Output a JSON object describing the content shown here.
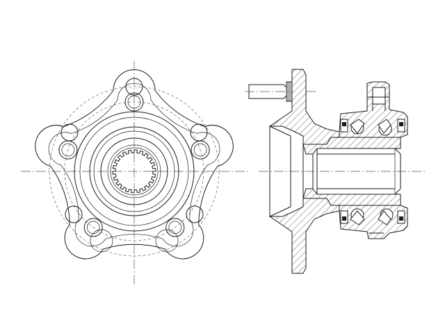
{
  "drawing": {
    "subject": "wheel-hub-assembly",
    "views": [
      {
        "name": "front-view",
        "features": [
          "five-lobe-flange",
          "wheel-stud-holes",
          "bolt-circle",
          "splined-bore",
          "pilot-rings"
        ]
      },
      {
        "name": "side-section-view",
        "features": [
          "wheel-stud",
          "hub-flange",
          "bearing-housing",
          "ball-bearings",
          "seals",
          "hollow-spindle"
        ]
      }
    ],
    "stud_count": 5,
    "colors": {
      "line": "#1a1a1a",
      "centerline": "#555555",
      "background": "#ffffff"
    }
  }
}
